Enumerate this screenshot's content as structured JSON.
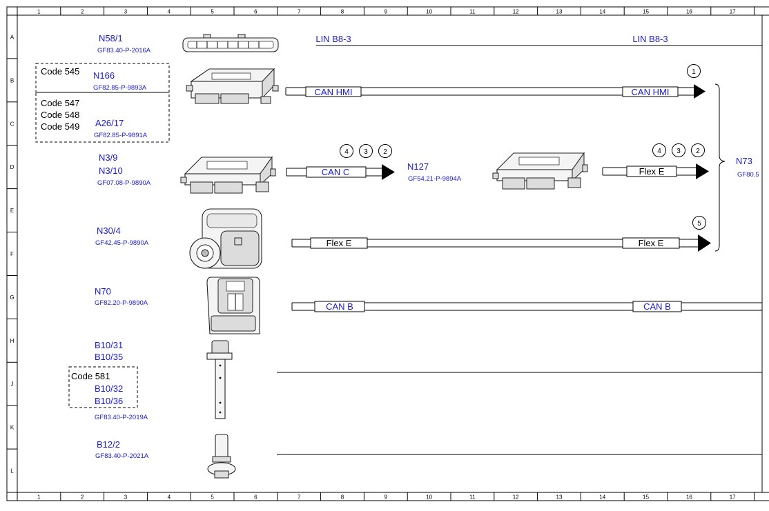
{
  "grid": {
    "columns": [
      "1",
      "2",
      "3",
      "4",
      "5",
      "6",
      "7",
      "8",
      "9",
      "10",
      "11",
      "12",
      "13",
      "14",
      "15",
      "16",
      "17"
    ],
    "rows": [
      "A",
      "B",
      "C",
      "D",
      "E",
      "F",
      "G",
      "H",
      "J",
      "K",
      "L"
    ]
  },
  "components": {
    "n58_1": {
      "name": "N58/1",
      "ref": "GF83.40-P-2016A"
    },
    "n166": {
      "name": "N166",
      "ref": "GF82.85-P-9893A"
    },
    "a26_17": {
      "name": "A26/17",
      "ref": "GF82.85-P-9891A"
    },
    "n3_9": {
      "name": "N3/9"
    },
    "n3_10": {
      "name": "N3/10",
      "ref": "GF07.08-P-9890A"
    },
    "n127": {
      "name": "N127",
      "ref": "GF54.21-P-9894A"
    },
    "n30_4": {
      "name": "N30/4",
      "ref": "GF42.45-P-9890A"
    },
    "n70": {
      "name": "N70",
      "ref": "GF82.20-P-9890A"
    },
    "b10_31": {
      "name": "B10/31"
    },
    "b10_35": {
      "name": "B10/35"
    },
    "b10_32": {
      "name": "B10/32"
    },
    "b10_36": {
      "name": "B10/36",
      "ref": "GF83.40-P-2019A"
    },
    "b12_2": {
      "name": "B12/2",
      "ref": "GF83.40-P-2021A"
    },
    "n73": {
      "name": "N73",
      "ref": "GF80.5"
    }
  },
  "codes": {
    "c545": "Code 545",
    "c547": "Code 547",
    "c548": "Code 548",
    "c549": "Code 549",
    "c581": "Code 581"
  },
  "buses": {
    "lin_left": "LIN B8-3",
    "lin_right": "LIN B8-3",
    "can_hmi_left": "CAN HMI",
    "can_hmi_right": "CAN HMI",
    "can_c": "CAN C",
    "flex_e_d": "Flex E",
    "flex_e_f_left": "Flex E",
    "flex_e_f_right": "Flex E",
    "can_b_left": "CAN B",
    "can_b_right": "CAN B"
  },
  "markers": {
    "m1": "1",
    "d_left": [
      "4",
      "3",
      "2"
    ],
    "d_right": [
      "4",
      "3",
      "2"
    ],
    "m5": "5"
  }
}
